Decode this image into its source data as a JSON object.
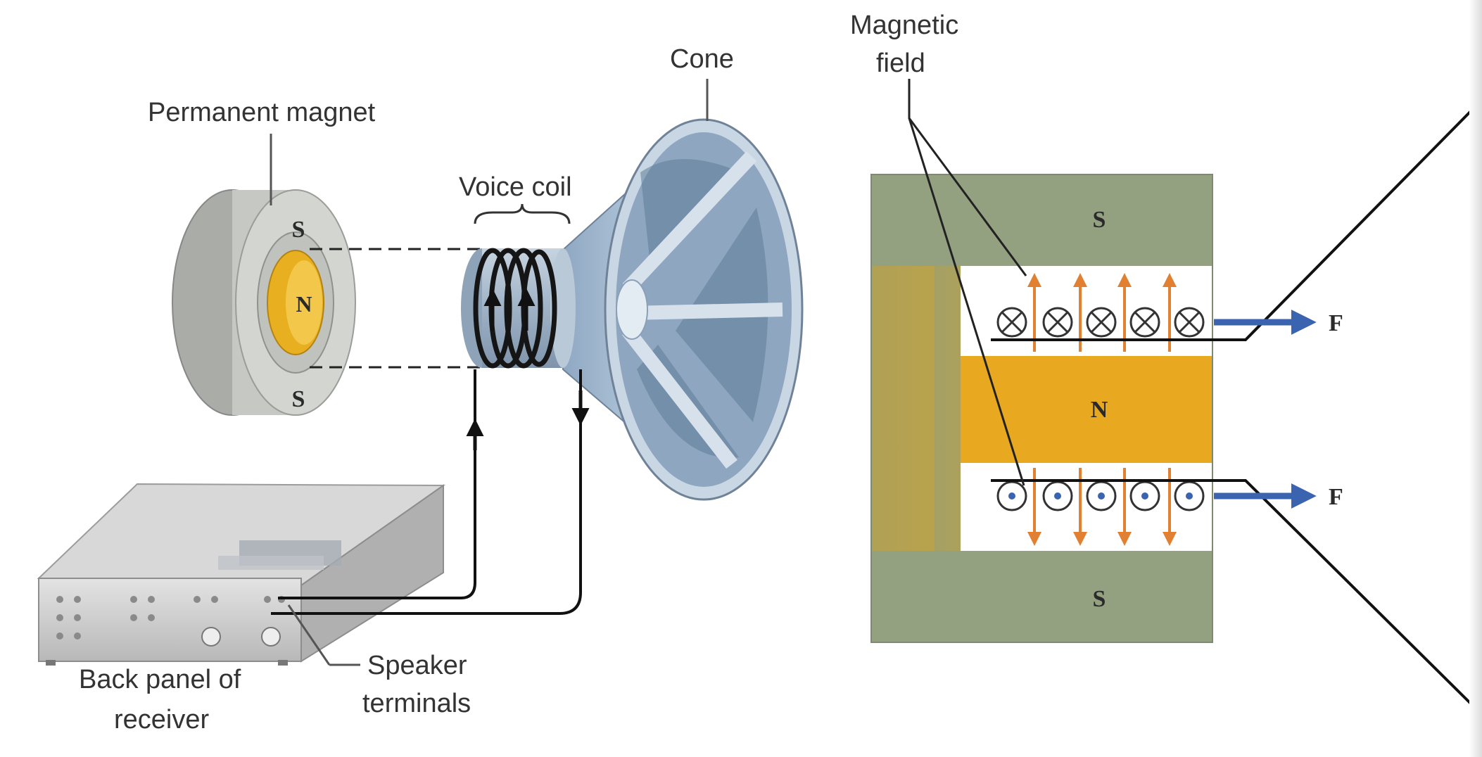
{
  "labels": {
    "permanent_magnet": "Permanent magnet",
    "voice_coil": "Voice coil",
    "cone": "Cone",
    "magnetic_field_1": "Magnetic",
    "magnetic_field_2": "field",
    "back_panel_1": "Back panel of",
    "back_panel_2": "receiver",
    "speaker_terminals_1": "Speaker",
    "speaker_terminals_2": "terminals"
  },
  "poles": {
    "magnet_top": "S",
    "magnet_center": "N",
    "magnet_bottom": "S",
    "cross_top": "S",
    "cross_center": "N",
    "cross_bottom": "S"
  },
  "force": {
    "top": "F",
    "bottom": "F"
  },
  "colors": {
    "magnet_gray": "#c9ccc6",
    "pole_yellow": "#e8b020",
    "yoke_green": "#94a181",
    "cone_blue": "#a9bfd6",
    "field_arrow": "#e08030",
    "force_arrow": "#3a63b0"
  },
  "icons": {
    "current_in": "circled-x-icon",
    "current_out": "circled-dot-icon"
  }
}
